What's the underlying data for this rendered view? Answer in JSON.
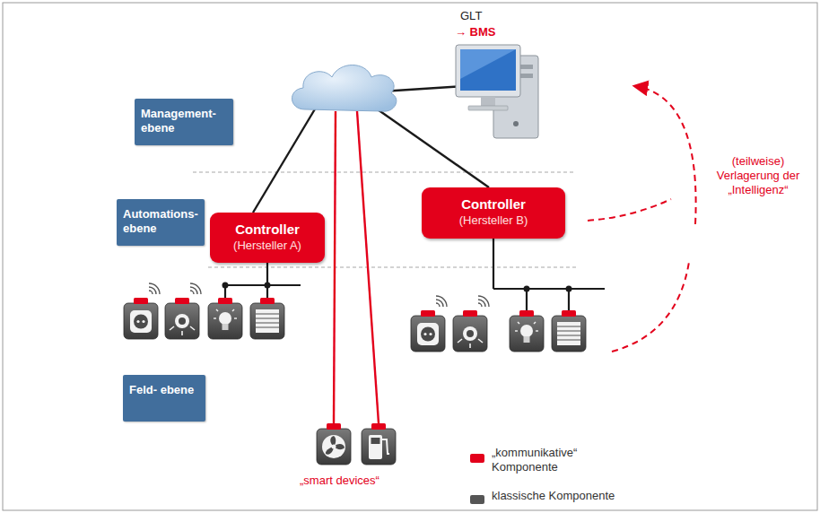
{
  "diagram": {
    "nodes": [
      {
        "text": [
          "Management- ebene"
        ]
      },
      {
        "text": [
          "Automations- ebene"
        ]
      },
      {
        "text": [
          "Controller",
          "(Hersteller A)"
        ]
      },
      {
        "text": [
          "Controller",
          "(Hersteller B)"
        ]
      },
      {
        "text": [
          "Feld- ebene"
        ]
      }
    ],
    "labels": [
      "GLT",
      "→ BMS",
      "(teilweise) Verlagerung der „Intelligenz“",
      "„smart devices“"
    ],
    "legend": [
      {
        "text": "„kommunikative“ Komponente",
        "color": "#e3001b"
      },
      {
        "text": "klassische Komponente",
        "color": "#555555"
      }
    ]
  }
}
